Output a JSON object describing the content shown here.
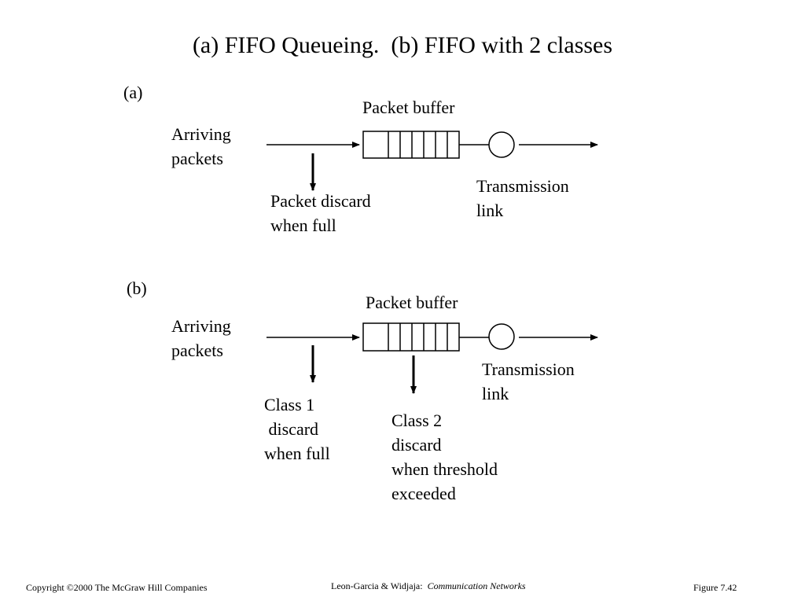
{
  "title": "(a) FIFO Queueing.  (b) FIFO with 2 classes",
  "part_a": {
    "label": "(a)",
    "arriving": "Arriving\npackets",
    "buffer": "Packet buffer",
    "discard": "Packet discard\nwhen full",
    "link": "Transmission\nlink"
  },
  "part_b": {
    "label": "(b)",
    "arriving": "Arriving\npackets",
    "buffer": "Packet buffer",
    "class1": "Class 1\n discard\nwhen full",
    "class2": "Class 2\ndiscard\nwhen threshold\nexceeded",
    "link": "Transmission\nlink"
  },
  "footer": {
    "copyright": "Copyright ©2000 The McGraw Hill Companies",
    "authors": "Leon-Garcia & Widjaja:",
    "book": "Communication Networks",
    "figure": "Figure 7.42"
  }
}
